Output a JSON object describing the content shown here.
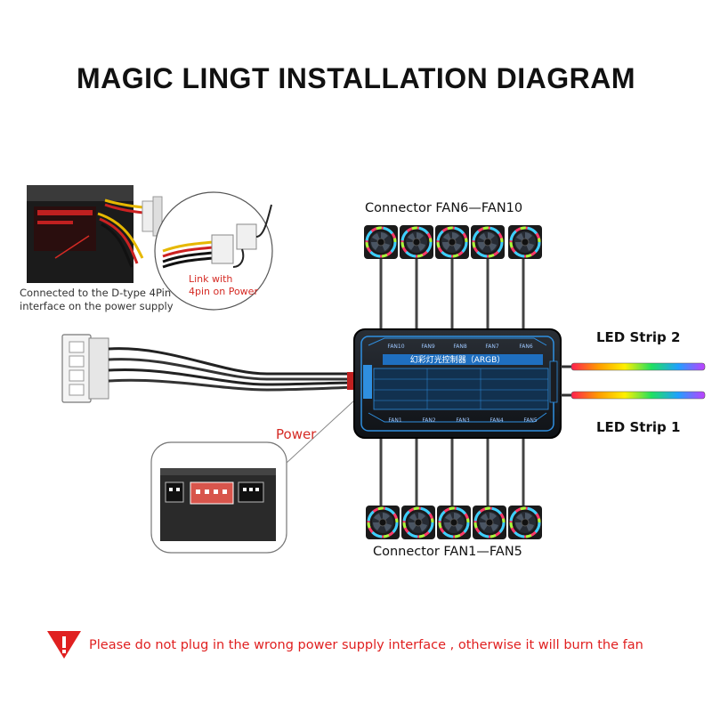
{
  "title": "MAGIC LINGT INSTALLATION DIAGRAM",
  "labels": {
    "connector_top": "Connector  FAN6—FAN10",
    "connector_bottom": "Connector  FAN1—FAN5",
    "led_strip_2": "LED Strip 2",
    "led_strip_1": "LED Strip 1",
    "power": "Power",
    "psu_line1": "Connected to the D-type 4Pin",
    "psu_line2": "interface on the power supply",
    "link_line1": "Link with",
    "link_line2": "4pin on Power"
  },
  "controller": {
    "name": "幻彩灯光控制器（ARGB）",
    "top_ports": [
      "FAN6",
      "FAN7",
      "FAN8",
      "FAN9",
      "FAN10"
    ],
    "bottom_ports": [
      "FAN1",
      "FAN2",
      "FAN3",
      "FAN4",
      "FAN5"
    ]
  },
  "warning": {
    "icon": "warning-triangle-icon",
    "text": "Please do not plug in the wrong power supply interface , otherwise it will burn the fan"
  },
  "colors": {
    "warning": "#e02020",
    "power_label": "#d52a24",
    "controller_accent": "#2f8fe0"
  }
}
